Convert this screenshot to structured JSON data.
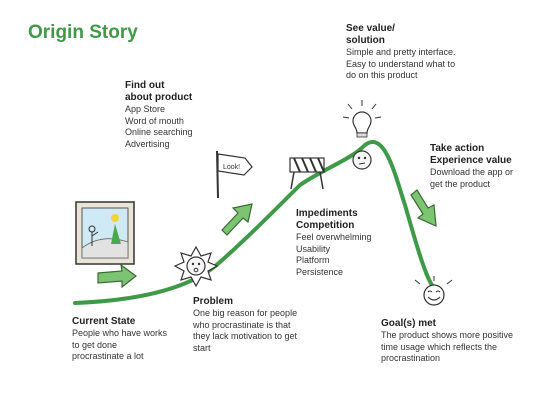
{
  "title": "Origin Story",
  "stages": {
    "current_state": {
      "heading": [
        "Current State"
      ],
      "lines": [
        "People who have works",
        "to get done",
        "procrastinate a lot"
      ]
    },
    "problem": {
      "heading": [
        "Problem"
      ],
      "lines": [
        "One big reason for people",
        "who procrastinate is that",
        "they lack motivation to get",
        "start"
      ]
    },
    "find_out": {
      "heading": [
        "Find out",
        "about product"
      ],
      "lines": [
        "App Store",
        "Word of mouth",
        "Online searching",
        "Advertising"
      ],
      "signpost_label": "Look!"
    },
    "impediments": {
      "heading": [
        "Impediments",
        "Competition"
      ],
      "lines": [
        "Feel overwhelming",
        "Usability",
        "Platform",
        "Persistence"
      ]
    },
    "see_value": {
      "heading": [
        "See value/",
        "solution"
      ],
      "lines": [
        "Simple and pretty interface.",
        "Easy to understand what to",
        "do on this product"
      ]
    },
    "take_action": {
      "heading": [
        "Take action",
        "Experience value"
      ],
      "lines": [
        "Download the app or",
        "get the product"
      ]
    },
    "goals_met": {
      "heading": [
        "Goal(s) met"
      ],
      "lines": [
        "The product shows more positive",
        "time usage which reflects the",
        "procrastination"
      ]
    }
  },
  "colors": {
    "accent": "#3f9a47",
    "arrow_fill": "#7cc472",
    "journey_line": "#3f9a47",
    "text": "#2b2b2b"
  }
}
